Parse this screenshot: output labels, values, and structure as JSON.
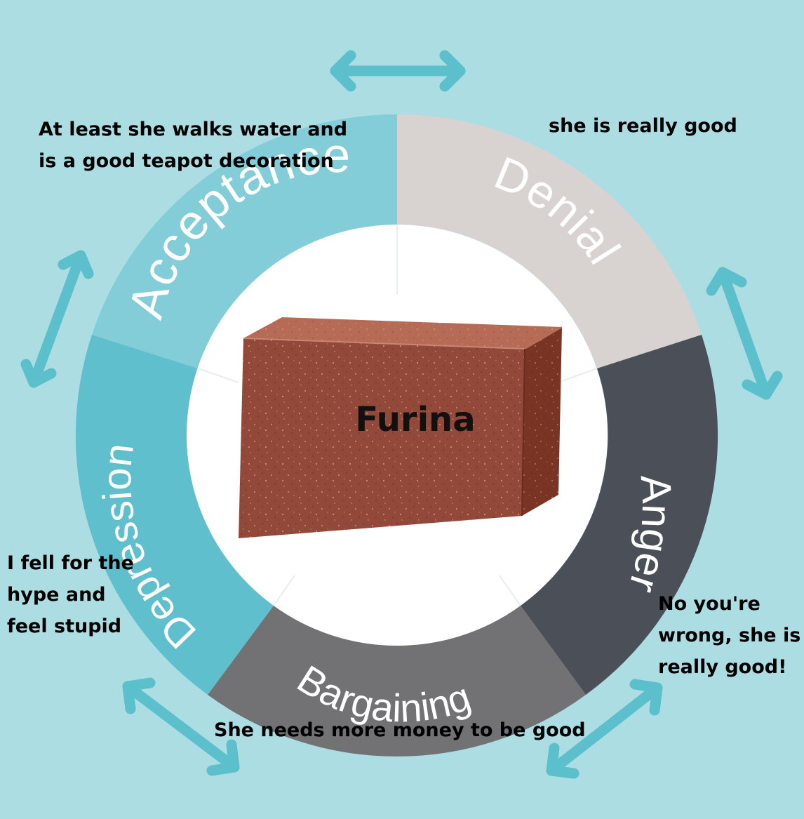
{
  "diagram": {
    "stages": [
      {
        "id": "denial",
        "label": "Denial",
        "color": "#d8d3d1",
        "text_color": "#ffffff"
      },
      {
        "id": "anger",
        "label": "Anger",
        "color": "#4b4f57",
        "text_color": "#ffffff"
      },
      {
        "id": "bargaining",
        "label": "Bargaining",
        "color": "#727275",
        "text_color": "#ffffff"
      },
      {
        "id": "depression",
        "label": "Depression",
        "color": "#5fbfcc",
        "text_color": "#ffffff"
      },
      {
        "id": "acceptance",
        "label": "Acceptance",
        "color": "#82cdd7",
        "text_color": "#ffffff"
      }
    ],
    "center_label": "Furina",
    "arrow_color": "#5bbfcc",
    "background_color": "#acdde3"
  },
  "captions": {
    "acceptance": "At least she walks water and\nis a good teapot decoration",
    "denial": "she is really good",
    "anger": "No you're\nwrong, she is\nreally good!",
    "bargaining": "She needs more money to be good",
    "depression": "I fell for the\nhype and\nfeel stupid"
  }
}
